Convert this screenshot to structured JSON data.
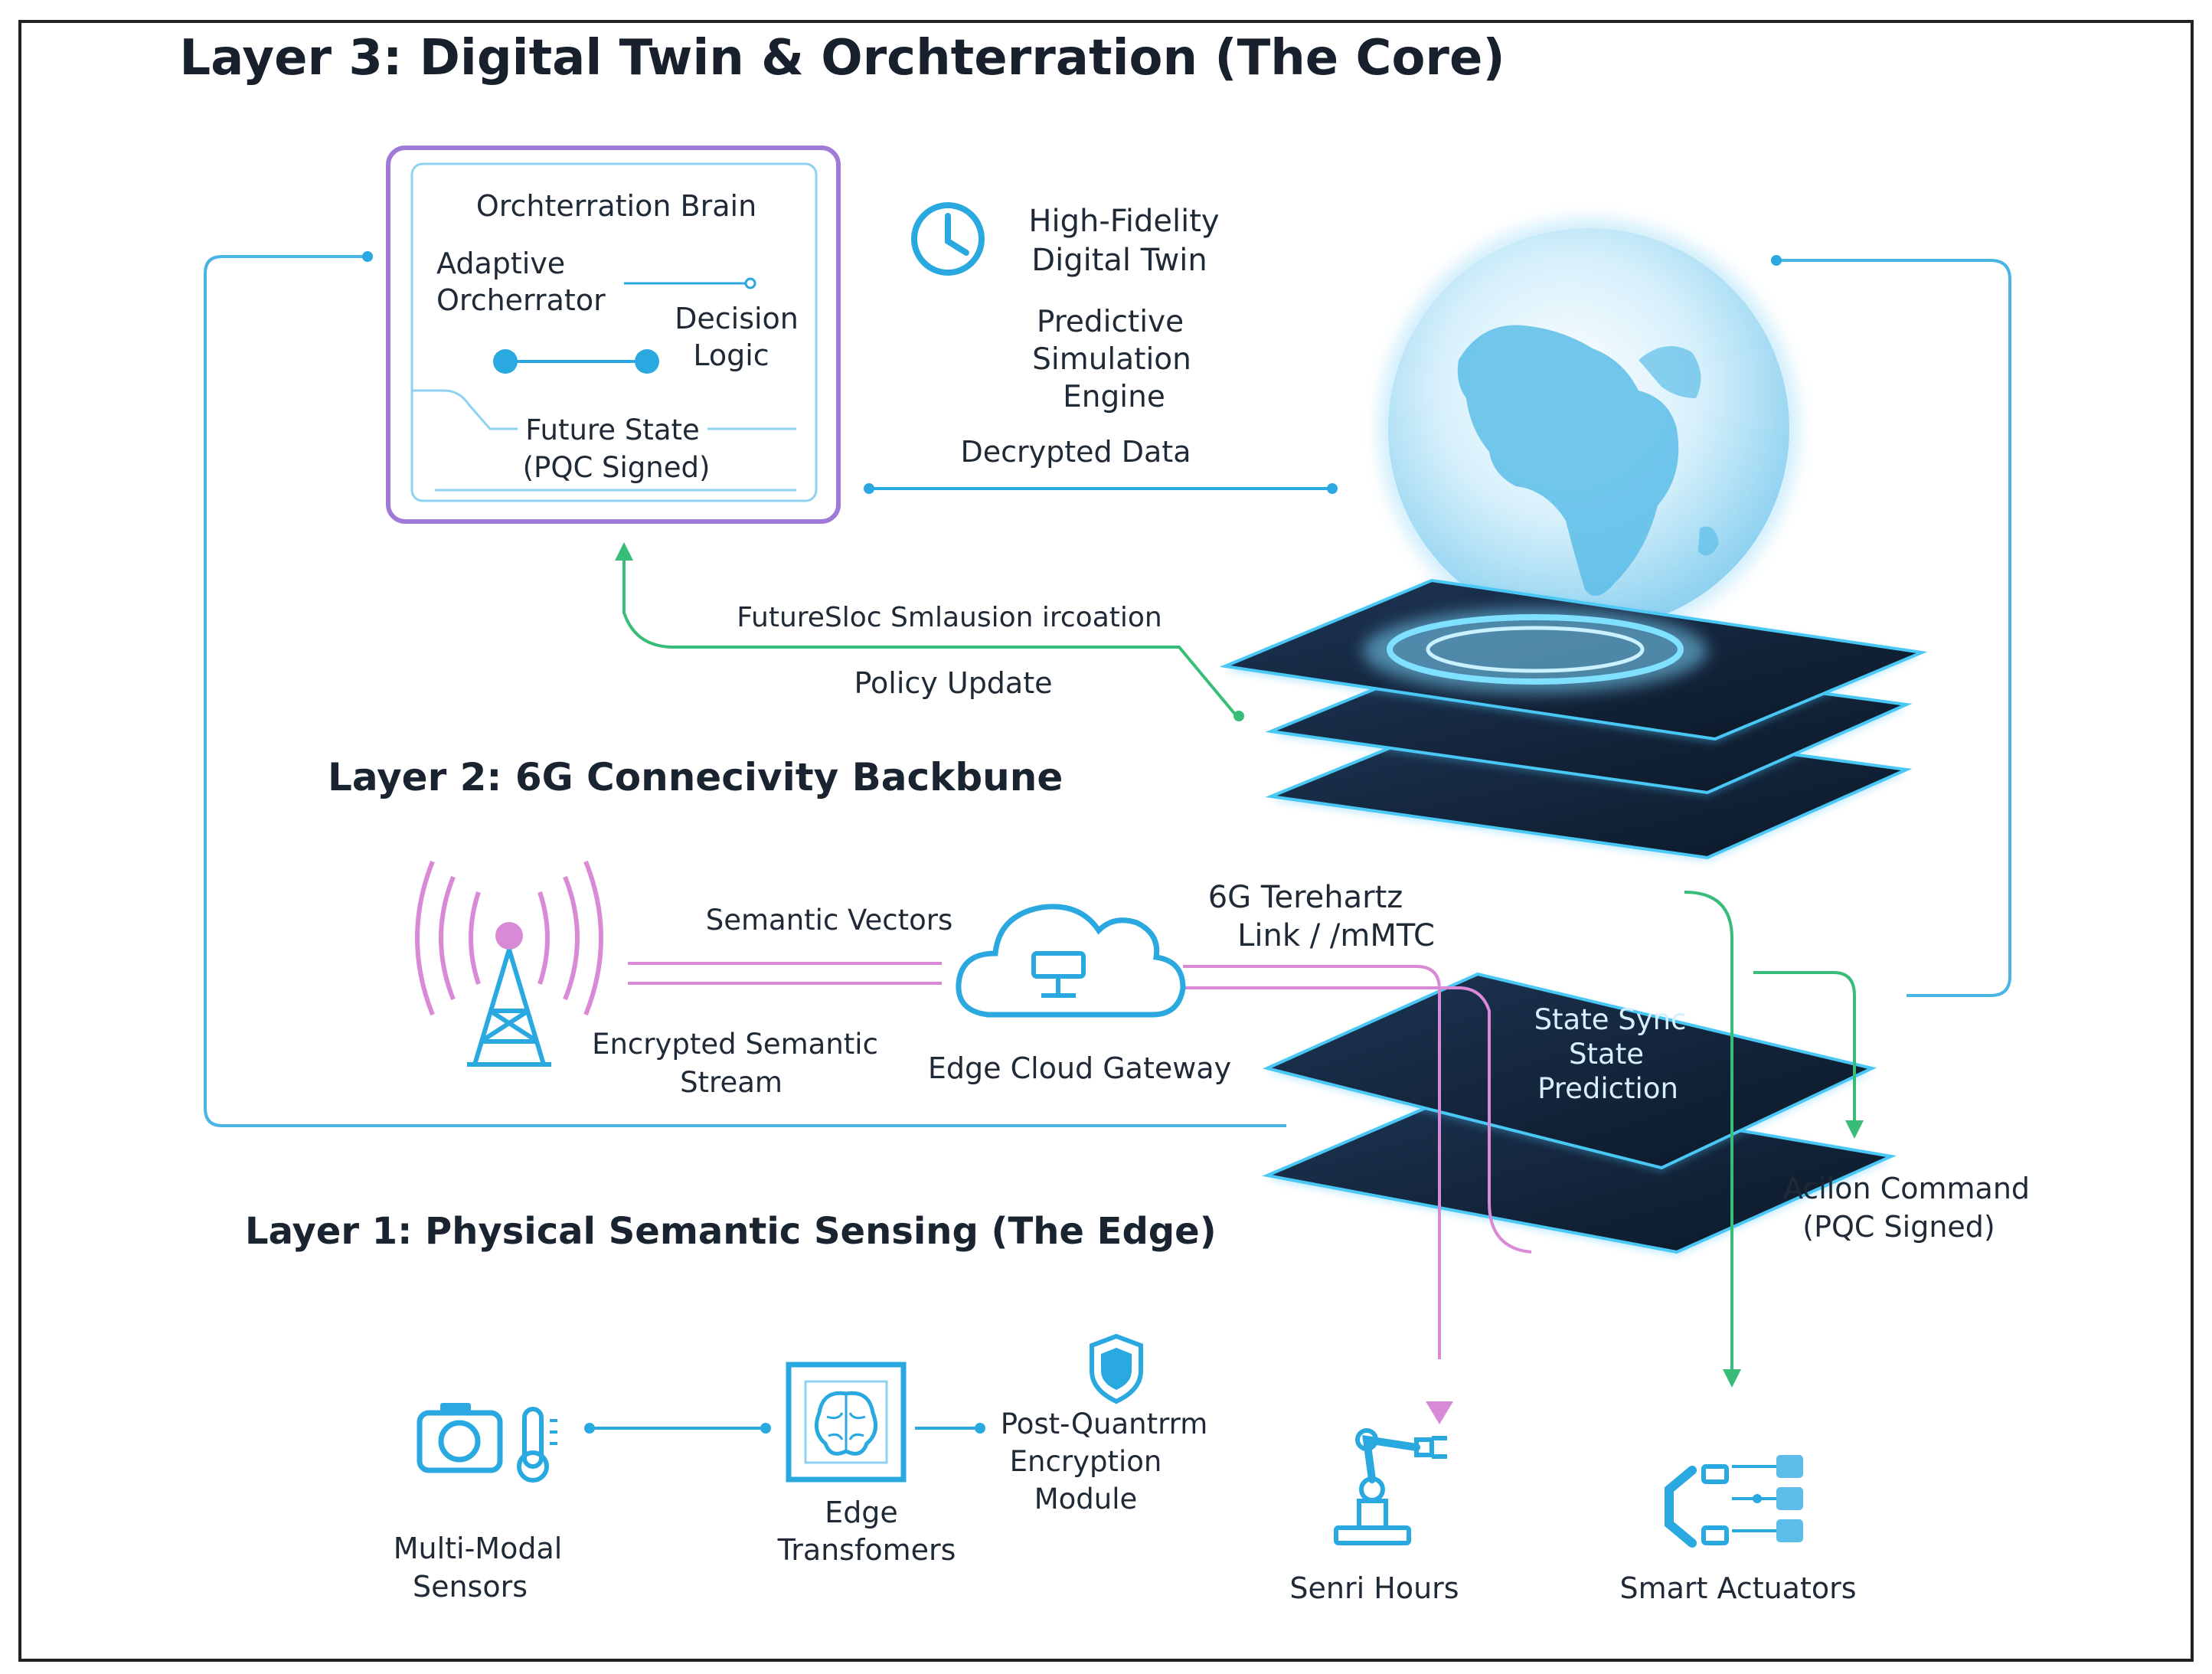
{
  "diagram": {
    "title": "Layer 3: Digital Twin & Orchterration (The Core)",
    "layer2_heading": "Layer 2: 6G Connecivity Backbune",
    "layer1_heading": "Layer 1: Physical Semantic Sensing (The Edge)",
    "orchestration_box": {
      "title": "Orchterration Brain",
      "adaptive": [
        "Adaptive",
        "Orcherrator"
      ],
      "decision": [
        "Decision",
        "Logic"
      ],
      "future_state": [
        "Future State",
        "(PQC Signed)"
      ]
    },
    "digital_twin": {
      "label": [
        "High-Fidelity",
        "Digital Twin"
      ],
      "engine": [
        "Predictive",
        "Simulation",
        "Engine"
      ],
      "decrypted": "Decrypted Data"
    },
    "feedback": {
      "future_sim": "FutureSloc Smlausion ircoation",
      "policy": "Policy Update"
    },
    "network": {
      "semantic_vectors": "Semantic Vectors",
      "encrypted_stream": [
        "Encrypted Semantic",
        "Stream"
      ],
      "edge_cloud": "Edge Cloud Gateway",
      "terahertz": [
        "6G Terehartz",
        "Link  /  /mMTC"
      ],
      "state_sync": [
        "State Sync",
        "State",
        "Prediction"
      ],
      "action": [
        "Acilon Command",
        "(PQC Signed)"
      ]
    },
    "edge": {
      "sensors": [
        "Multi-Modal",
        "Sensors"
      ],
      "transformers": [
        "Edge",
        "Transfomers"
      ],
      "encryption": [
        "Post-Quantrrm",
        "Encryption",
        "Module"
      ],
      "senri": "Senri Hours",
      "actuators": "Smart Actuators"
    }
  },
  "colors": {
    "cyan": "#2aa8e0",
    "purple": "#a07ad6",
    "green": "#37bd78",
    "pink": "#d98ad6",
    "platform": "#14253c"
  }
}
